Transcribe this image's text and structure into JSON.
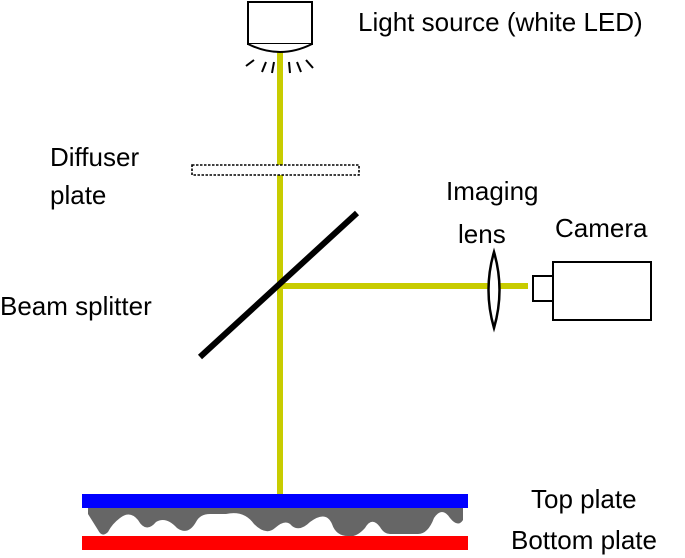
{
  "labels": {
    "light_source": "Light source (white LED)",
    "diffuser_line1": "Diffuser",
    "diffuser_line2": "plate",
    "imaging_line1": "Imaging",
    "imaging_line2": "lens",
    "camera": "Camera",
    "beam_splitter": "Beam splitter",
    "top_plate": "Top plate",
    "bottom_plate": "Bottom plate"
  },
  "colors": {
    "beam": "#c8cc00",
    "top_plate": "#0000ff",
    "bottom_plate": "#ff0000",
    "liquid": "#666666",
    "outline": "#000000"
  }
}
